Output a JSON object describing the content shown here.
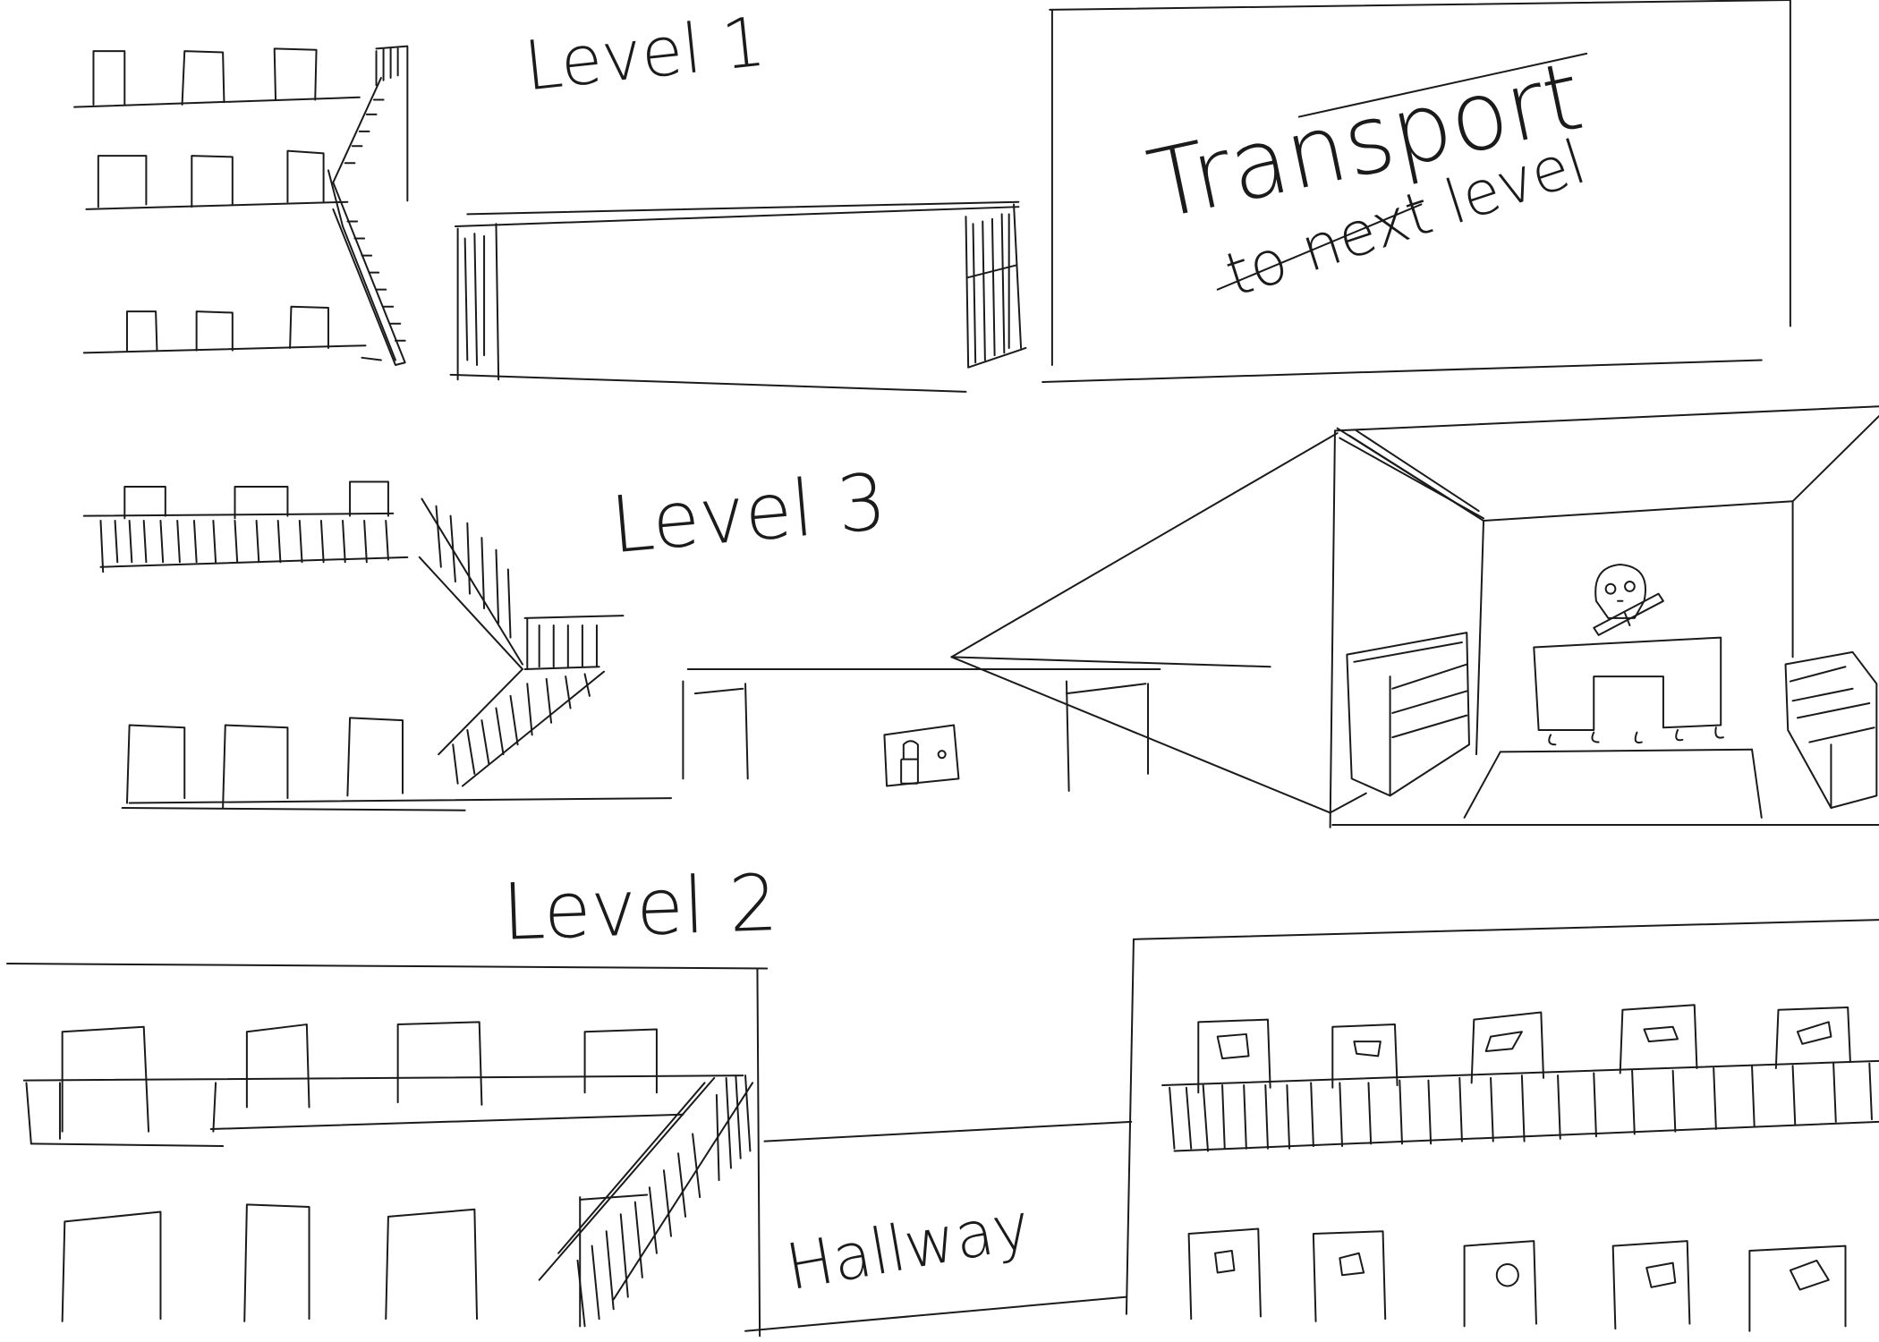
{
  "labels": {
    "level1": "Level 1",
    "level3": "Level 3",
    "level2": "Level 2",
    "hallway": "Hallway",
    "transport_line1": "Transport",
    "transport_line2": "to next level"
  },
  "colors": {
    "paper": "#ffffff",
    "ink": "#1b1b1b",
    "ink_light": "#7a7a7a"
  },
  "icons": {
    "skull": "skull-icon",
    "padlock": "padlock-icon"
  }
}
